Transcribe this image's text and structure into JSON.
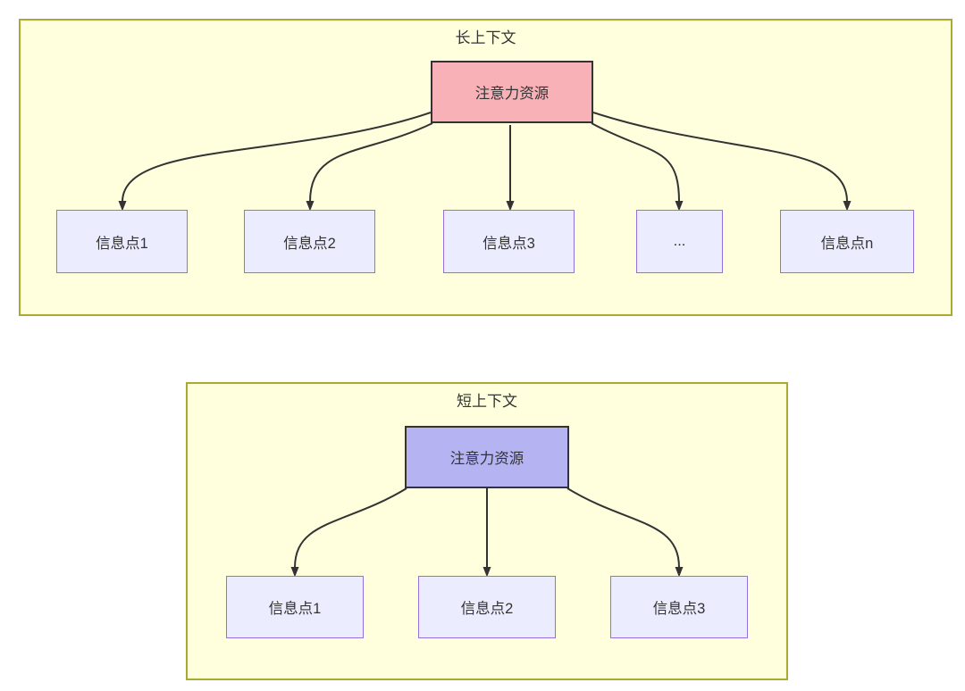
{
  "diagram": {
    "long_context": {
      "title": "长上下文",
      "attention": {
        "label": "注意力资源"
      },
      "nodes": [
        {
          "label": "信息点1"
        },
        {
          "label": "信息点2"
        },
        {
          "label": "信息点3"
        },
        {
          "label": "..."
        },
        {
          "label": "信息点n"
        }
      ]
    },
    "short_context": {
      "title": "短上下文",
      "attention": {
        "label": "注意力资源"
      },
      "nodes": [
        {
          "label": "信息点1"
        },
        {
          "label": "信息点2"
        },
        {
          "label": "信息点3"
        }
      ]
    },
    "colors": {
      "container_fill": "#ffffde",
      "container_border": "#aaaa33",
      "attention_long_fill": "#f8b1b7",
      "attention_short_fill": "#b5b3f2",
      "attention_border": "#333333",
      "node_fill": "#ECECFF",
      "node_border": "#9370DB",
      "edge_color": "#333333",
      "text_color": "#333333"
    }
  }
}
